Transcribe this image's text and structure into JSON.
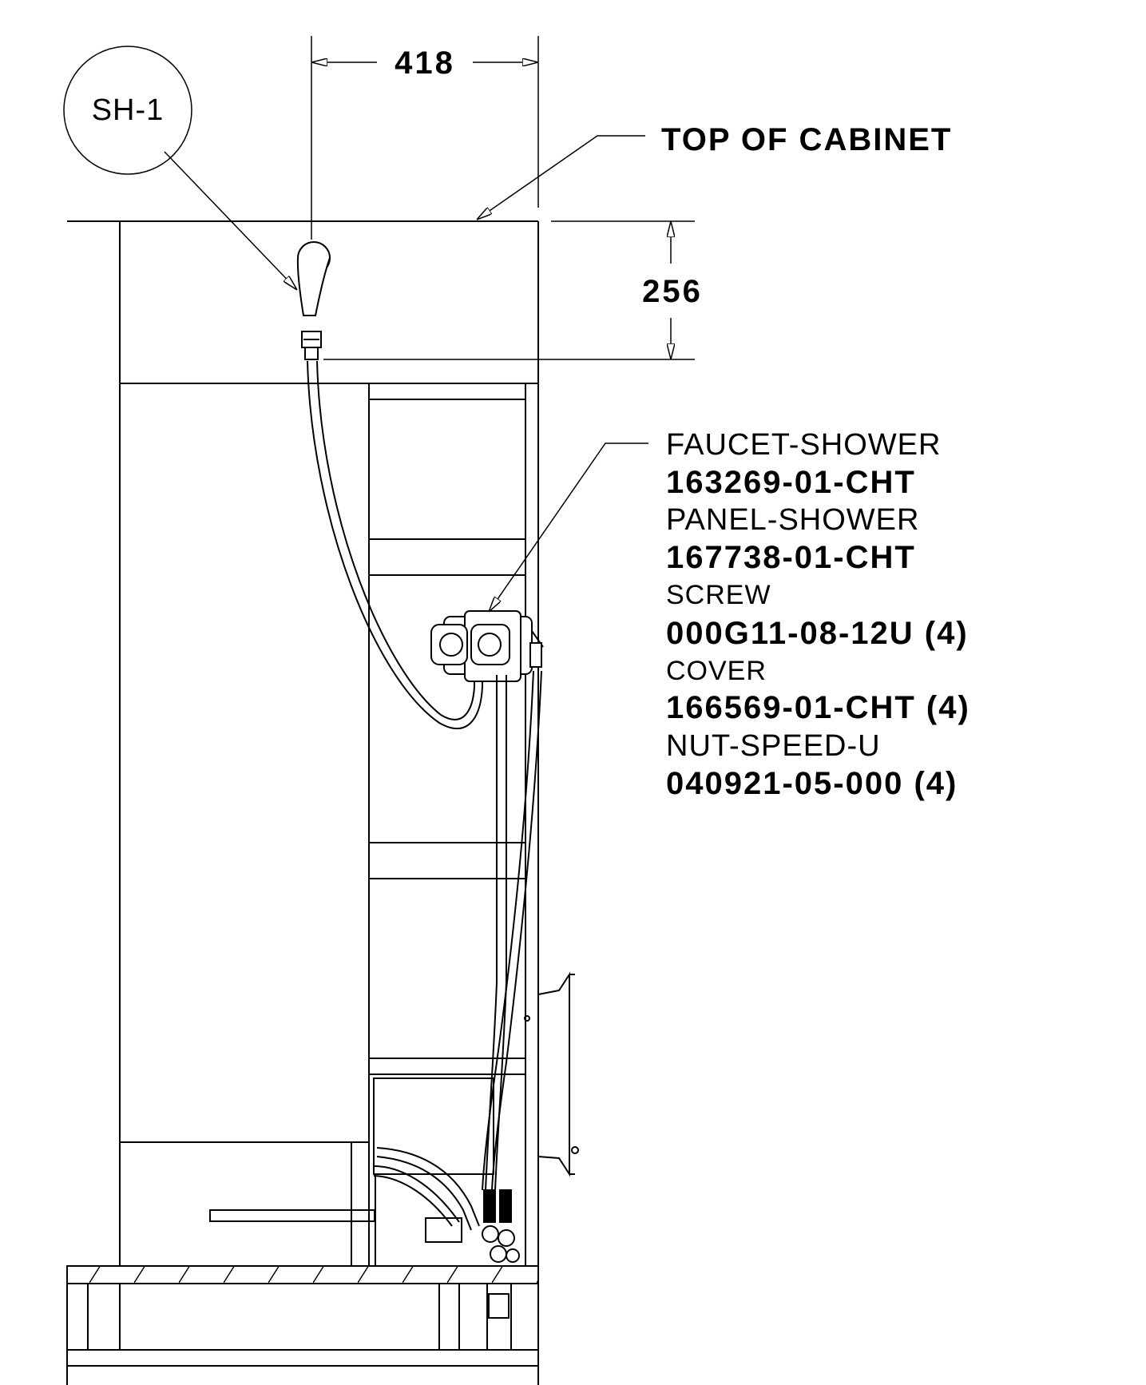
{
  "balloon": {
    "label": "SH-1"
  },
  "dimensions": {
    "horizontal": "418",
    "vertical": "256"
  },
  "callouts": {
    "top_of_cabinet": "TOP OF CABINET",
    "parts": [
      {
        "name": "FAUCET-SHOWER",
        "number": "163269-01-CHT"
      },
      {
        "name": "PANEL-SHOWER",
        "number": "167738-01-CHT"
      },
      {
        "name": "SCREW",
        "number": "000G11-08-12U (4)"
      },
      {
        "name": "COVER",
        "number": "166569-01-CHT (4)"
      },
      {
        "name": "NUT-SPEED-U",
        "number": "040921-05-000 (4)"
      }
    ]
  }
}
